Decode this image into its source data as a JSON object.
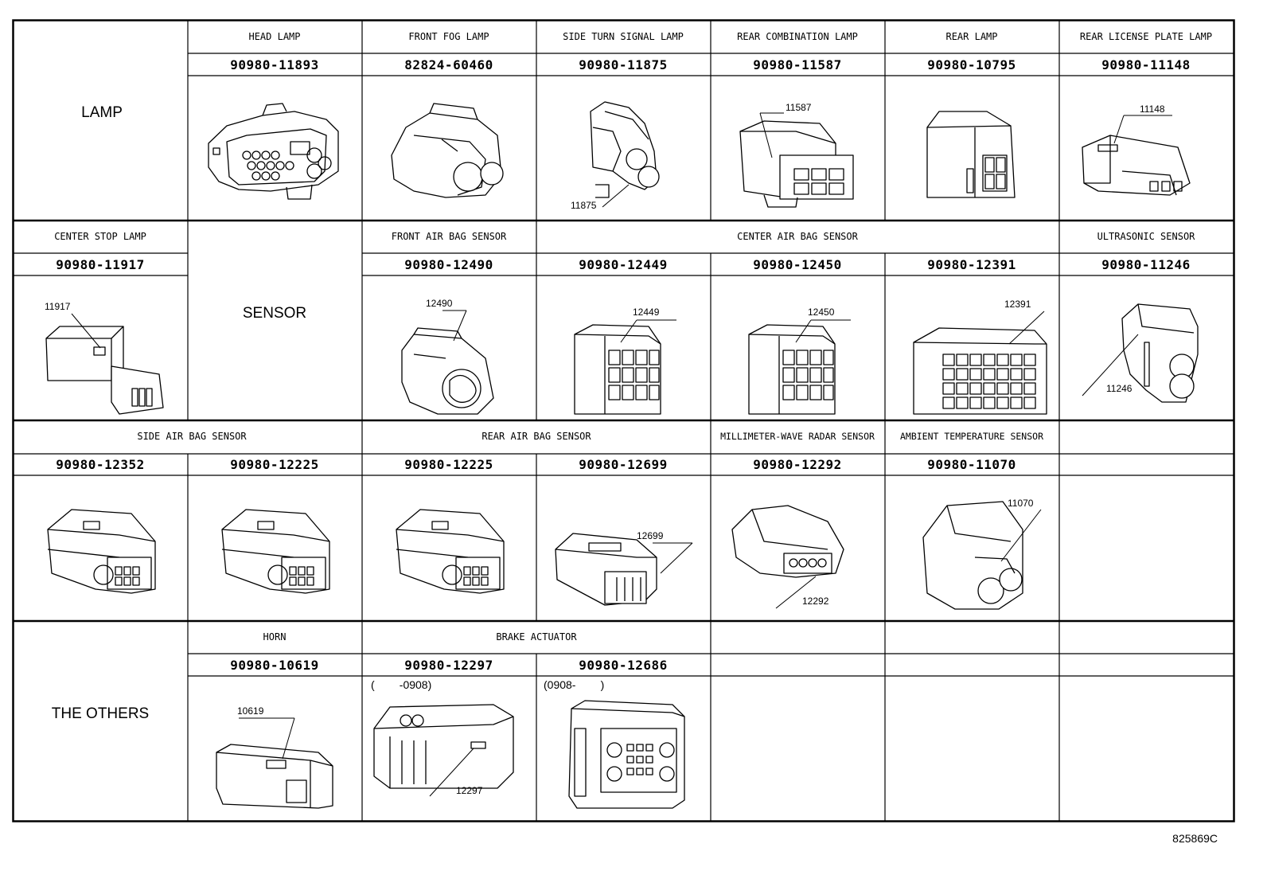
{
  "groups": {
    "lamp": "LAMP",
    "sensor": "SENSOR",
    "others": "THE OTHERS"
  },
  "headers": {
    "head_lamp": "HEAD LAMP",
    "front_fog_lamp": "FRONT FOG LAMP",
    "side_turn_signal_lamp": "SIDE TURN SIGNAL LAMP",
    "rear_combination_lamp": "REAR COMBINATION LAMP",
    "rear_lamp": "REAR LAMP",
    "rear_license_plate_lamp": "REAR LICENSE PLATE LAMP",
    "center_stop_lamp": "CENTER STOP LAMP",
    "front_air_bag_sensor": "FRONT AIR BAG SENSOR",
    "center_air_bag_sensor": "CENTER AIR BAG SENSOR",
    "ultrasonic_sensor": "ULTRASONIC SENSOR",
    "side_air_bag_sensor": "SIDE AIR BAG SENSOR",
    "rear_air_bag_sensor": "REAR AIR BAG SENSOR",
    "millimeter_wave_radar_sensor": "MILLIMETER-WAVE RADAR SENSOR",
    "ambient_temperature_sensor": "AMBIENT TEMPERATURE SENSOR",
    "horn": "HORN",
    "brake_actuator": "BRAKE ACTUATOR"
  },
  "parts": {
    "head_lamp": "90980-11893",
    "front_fog_lamp": "82824-60460",
    "side_turn_signal_lamp": "90980-11875",
    "rear_combination_lamp": "90980-11587",
    "rear_lamp": "90980-10795",
    "rear_license_plate_lamp": "90980-11148",
    "center_stop_lamp": "90980-11917",
    "front_air_bag_sensor": "90980-12490",
    "center_air_bag_sensor_1": "90980-12449",
    "center_air_bag_sensor_2": "90980-12450",
    "center_air_bag_sensor_3": "90980-12391",
    "ultrasonic_sensor": "90980-11246",
    "side_air_bag_sensor_1": "90980-12352",
    "side_air_bag_sensor_2": "90980-12225",
    "rear_air_bag_sensor_1": "90980-12225",
    "rear_air_bag_sensor_2": "90980-12699",
    "millimeter_wave_radar_sensor": "90980-12292",
    "ambient_temperature_sensor": "90980-11070",
    "horn": "90980-10619",
    "brake_actuator_1": "90980-12297",
    "brake_actuator_2": "90980-12686"
  },
  "callouts": {
    "c11587": "11587",
    "c11875": "11875",
    "c11148": "11148",
    "c11917": "11917",
    "c12490": "12490",
    "c12449": "12449",
    "c12450": "12450",
    "c12391": "12391",
    "c11246": "11246",
    "c12699": "12699",
    "c12292": "12292",
    "c11070": "11070",
    "c10619": "10619",
    "c12297": "12297"
  },
  "notes": {
    "brake_actuator_1_range": "(        -0908)",
    "brake_actuator_2_range": "(0908-        )"
  },
  "figure_id": "825869C",
  "icons": [
    "connector-icon"
  ]
}
